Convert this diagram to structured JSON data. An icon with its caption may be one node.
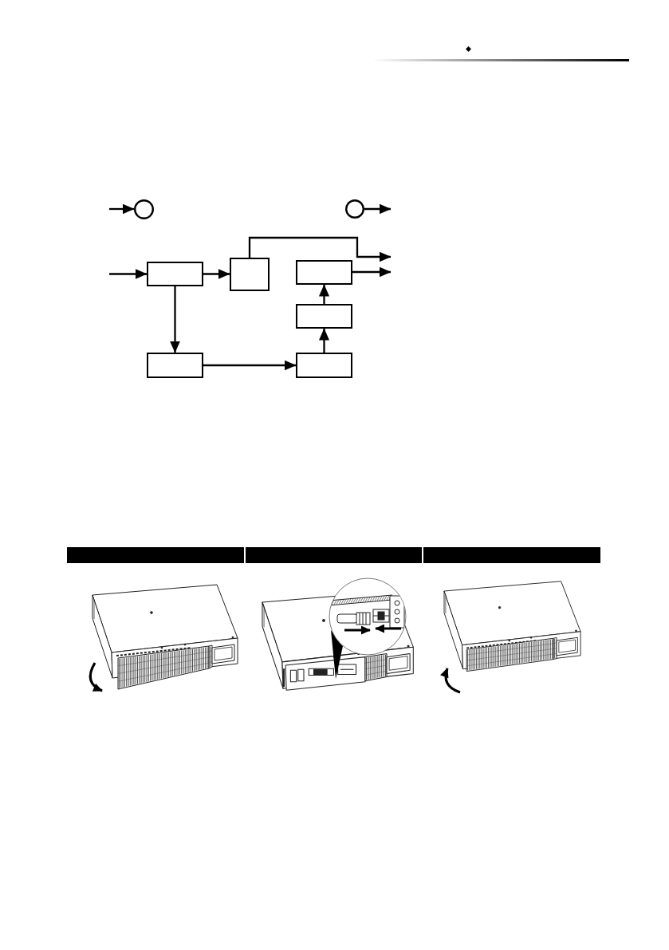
{
  "diagram": {
    "nodes": [
      {
        "text": [],
        "shape": "circle"
      },
      {
        "text": [],
        "shape": "circle"
      },
      {
        "text": [],
        "shape": "box"
      },
      {
        "text": [],
        "shape": "box"
      },
      {
        "text": [],
        "shape": "box"
      },
      {
        "text": [],
        "shape": "box"
      },
      {
        "text": [],
        "shape": "box"
      },
      {
        "text": [],
        "shape": "box"
      }
    ],
    "edges": [
      {
        "from": null,
        "to": 0,
        "arrow": "to"
      },
      {
        "from": 1,
        "to": null,
        "arrow": "to"
      },
      {
        "from": null,
        "to": 2,
        "arrow": "to"
      },
      {
        "from": 2,
        "to": 3,
        "arrow": "to"
      },
      {
        "from": 3,
        "to": null,
        "arrow": "to"
      },
      {
        "from": 4,
        "to": null,
        "arrow": "to"
      },
      {
        "from": 2,
        "to": 6,
        "arrow": "to"
      },
      {
        "from": 6,
        "to": 7,
        "arrow": "to"
      },
      {
        "from": 7,
        "to": 5,
        "arrow": "to"
      },
      {
        "from": 5,
        "to": 4,
        "arrow": "to"
      }
    ]
  }
}
